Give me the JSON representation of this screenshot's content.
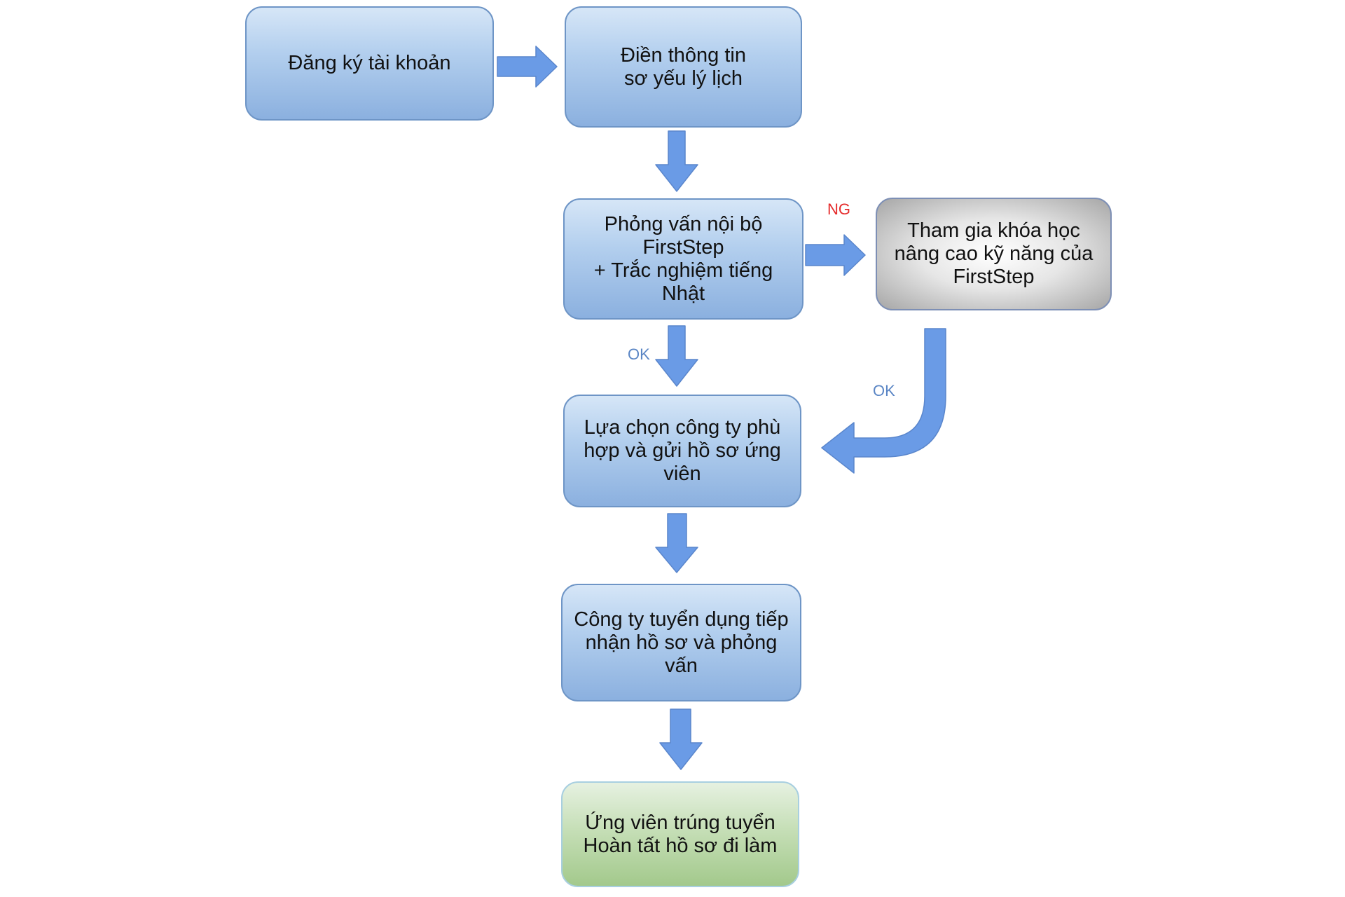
{
  "steps": {
    "register": "Đăng ký tài khoản",
    "fill_info": "Điền thông tin\nsơ yếu lý lịch",
    "interview": "Phỏng vấn nội bộ\nFirstStep\n+ Trắc nghiệm tiếng\nNhật",
    "course": "Tham gia khóa học\nnâng cao kỹ năng của\nFirstStep",
    "select_company": "Lựa chọn công ty phù\nhợp và gửi hồ sơ ứng\nviên",
    "company_interview": "Công ty tuyển dụng tiếp\nnhận hồ sơ và phỏng\nvấn",
    "hired": "Ứng viên trúng tuyển\nHoàn tất hồ sơ đi làm"
  },
  "labels": {
    "ng": "NG",
    "ok_main": "OK",
    "ok_side": "OK"
  },
  "colors": {
    "arrow": "#6a9be6",
    "ng_label": "#e52b2b",
    "ok_label": "#5b86c5"
  }
}
